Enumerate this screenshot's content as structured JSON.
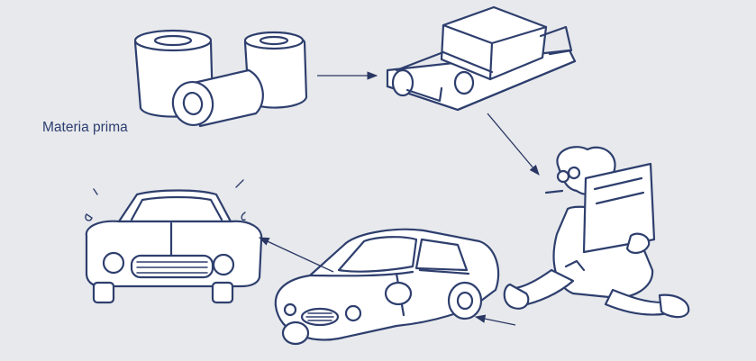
{
  "diagram": {
    "raw_material_label": "Materia prima",
    "stages": [
      {
        "name": "raw-material-rolls"
      },
      {
        "name": "car-frame-assembly"
      },
      {
        "name": "inspector-with-clipboard"
      },
      {
        "name": "finished-car"
      },
      {
        "name": "car-front-view"
      }
    ],
    "colors": {
      "background": "#e8e9ec",
      "ink": "#2e3f6e",
      "label": "#2c3e70"
    }
  }
}
